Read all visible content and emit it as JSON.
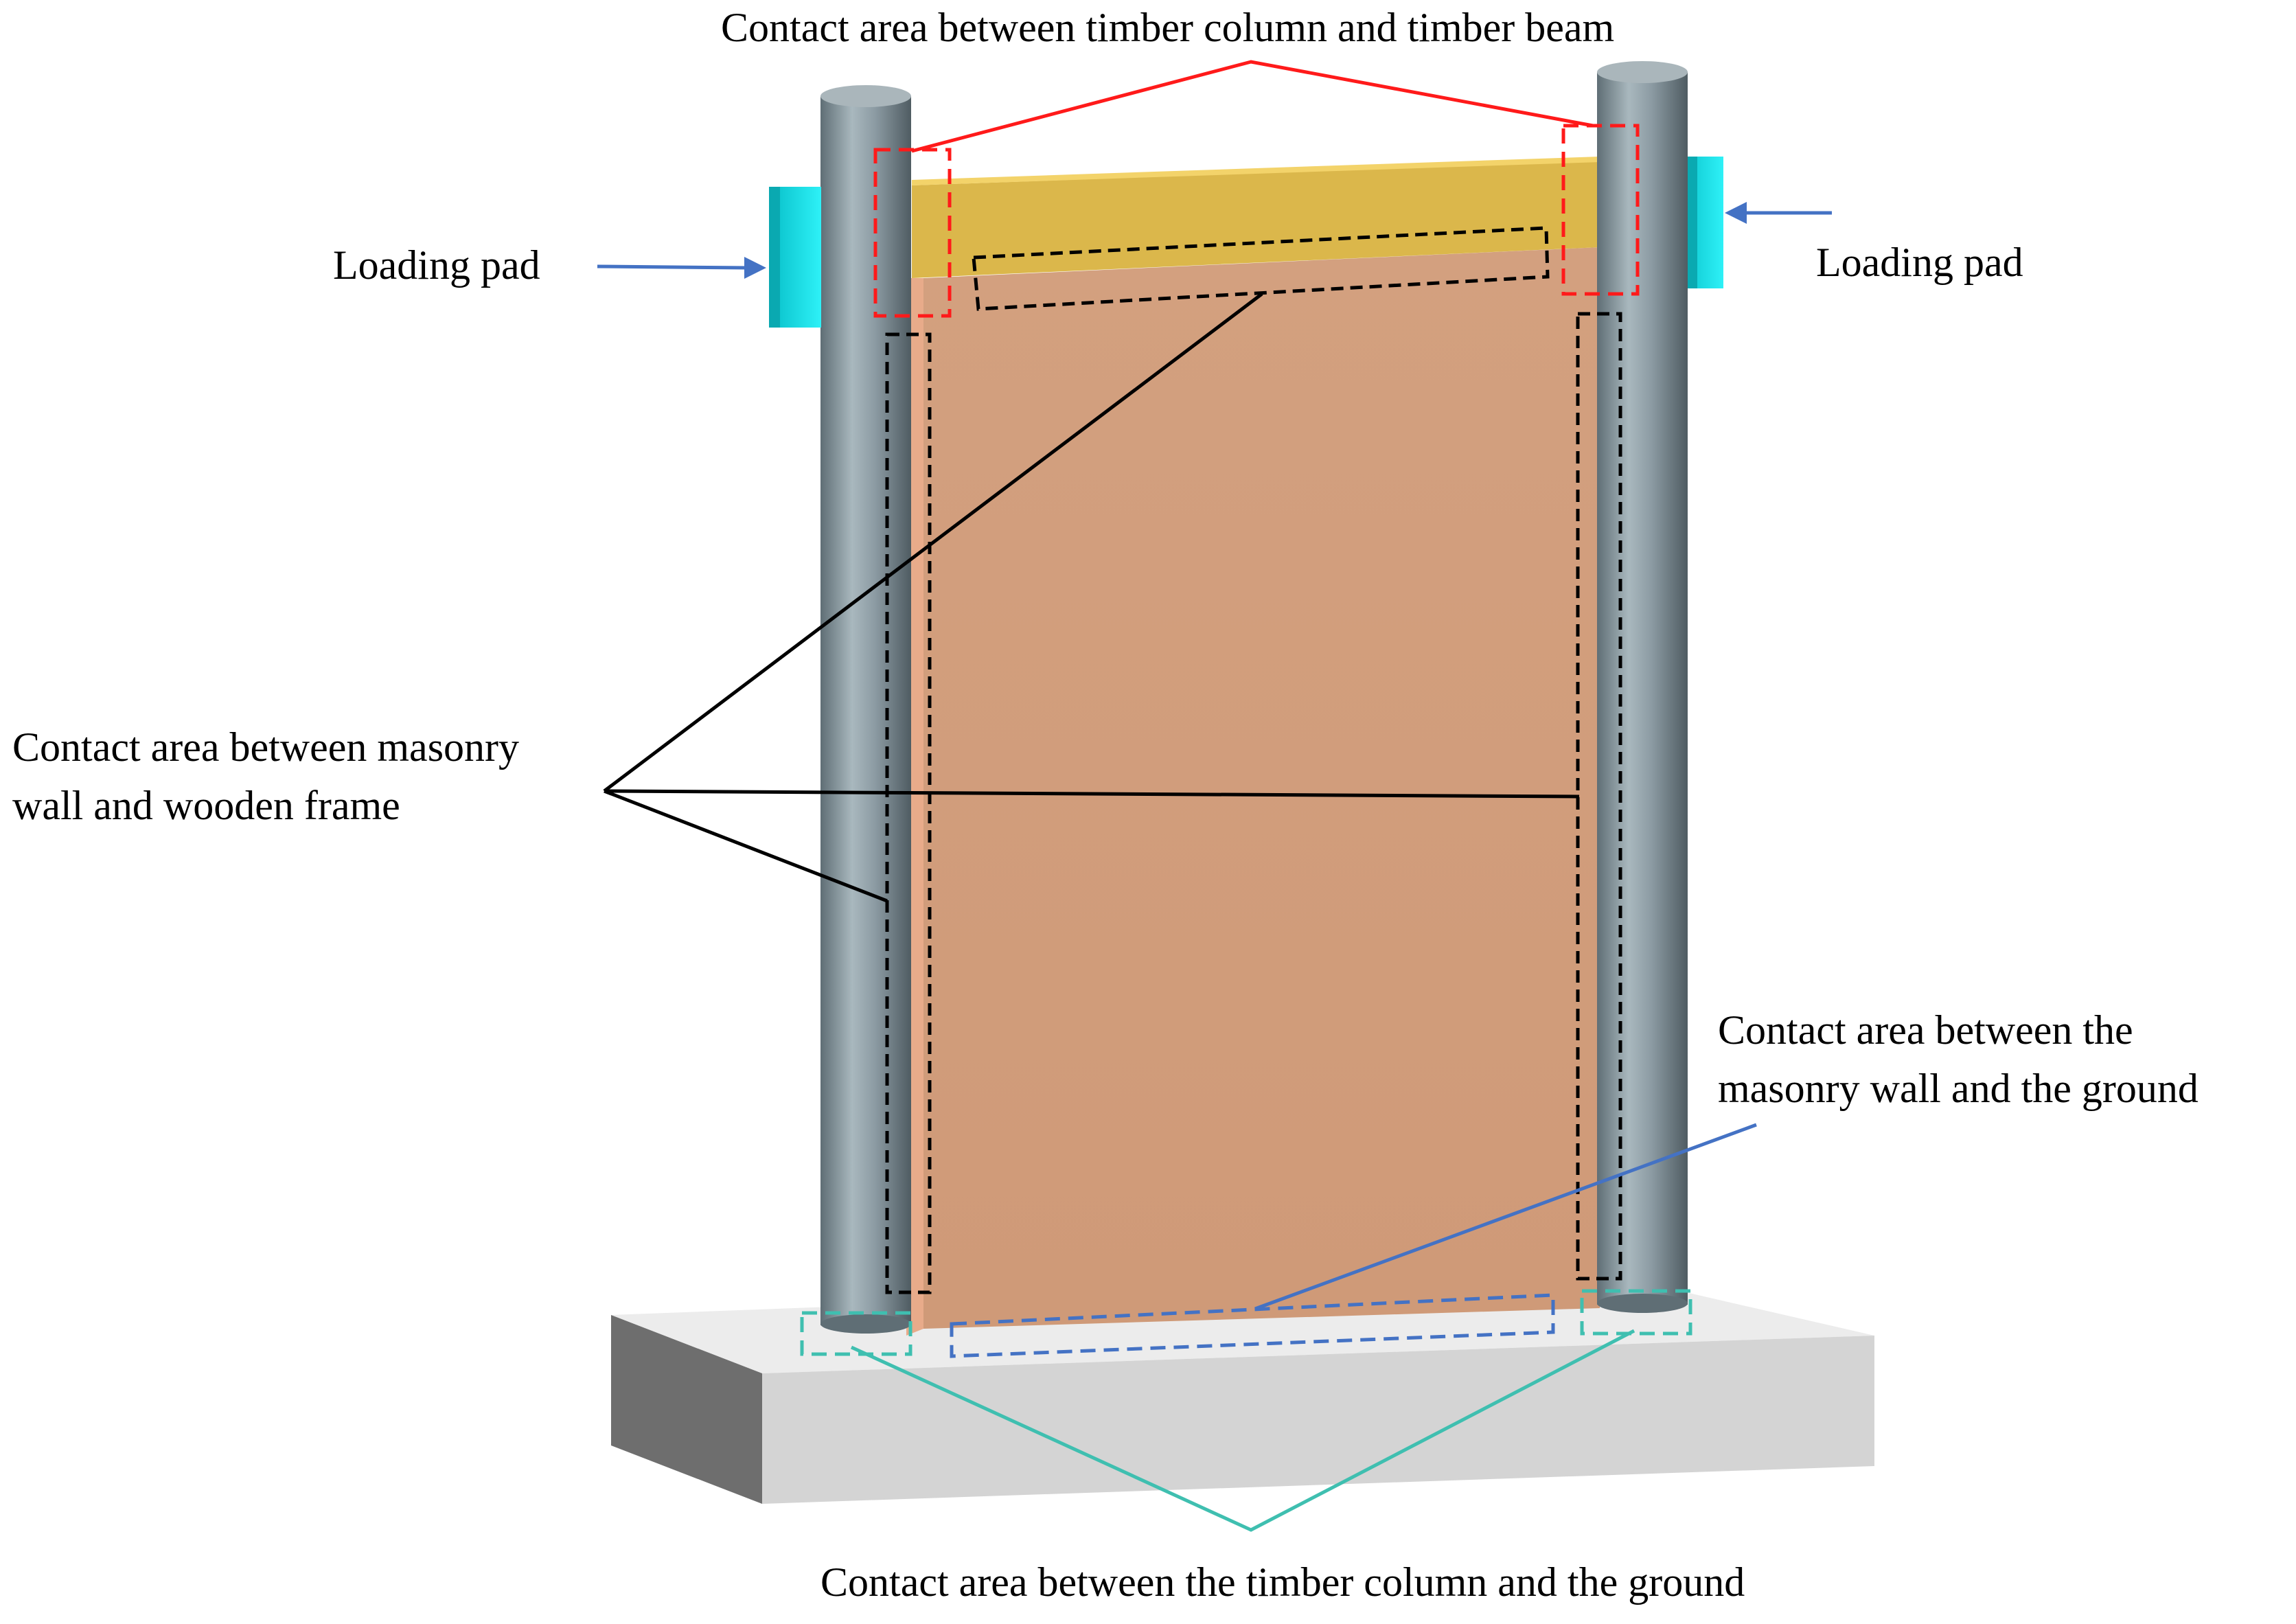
{
  "labels": {
    "column_beam_contact": "Contact area between timber column and timber beam",
    "loading_pad_left": "Loading pad",
    "loading_pad_right": "Loading pad",
    "wall_frame_contact_line1": "Contact area between masonry",
    "wall_frame_contact_line2": "wall and wooden frame",
    "wall_ground_contact_line1": "Contact area between the",
    "wall_ground_contact_line2": "masonry wall and the ground",
    "column_ground_contact": "Contact area between the timber column and the ground"
  },
  "colors": {
    "beam": "#dbb74b",
    "wall": "#d09a78",
    "wall_side": "#e8ab8a",
    "column": "#8c9ba3",
    "loading_pad": "#18e4ec",
    "base_front": "#d6d6d6",
    "base_top": "#ececec",
    "base_side": "#6e6e6e",
    "red_leader": "#ff1a1a",
    "black_leader": "#000000",
    "blue_leader": "#4472c4",
    "teal_leader": "#3fbfb0"
  }
}
